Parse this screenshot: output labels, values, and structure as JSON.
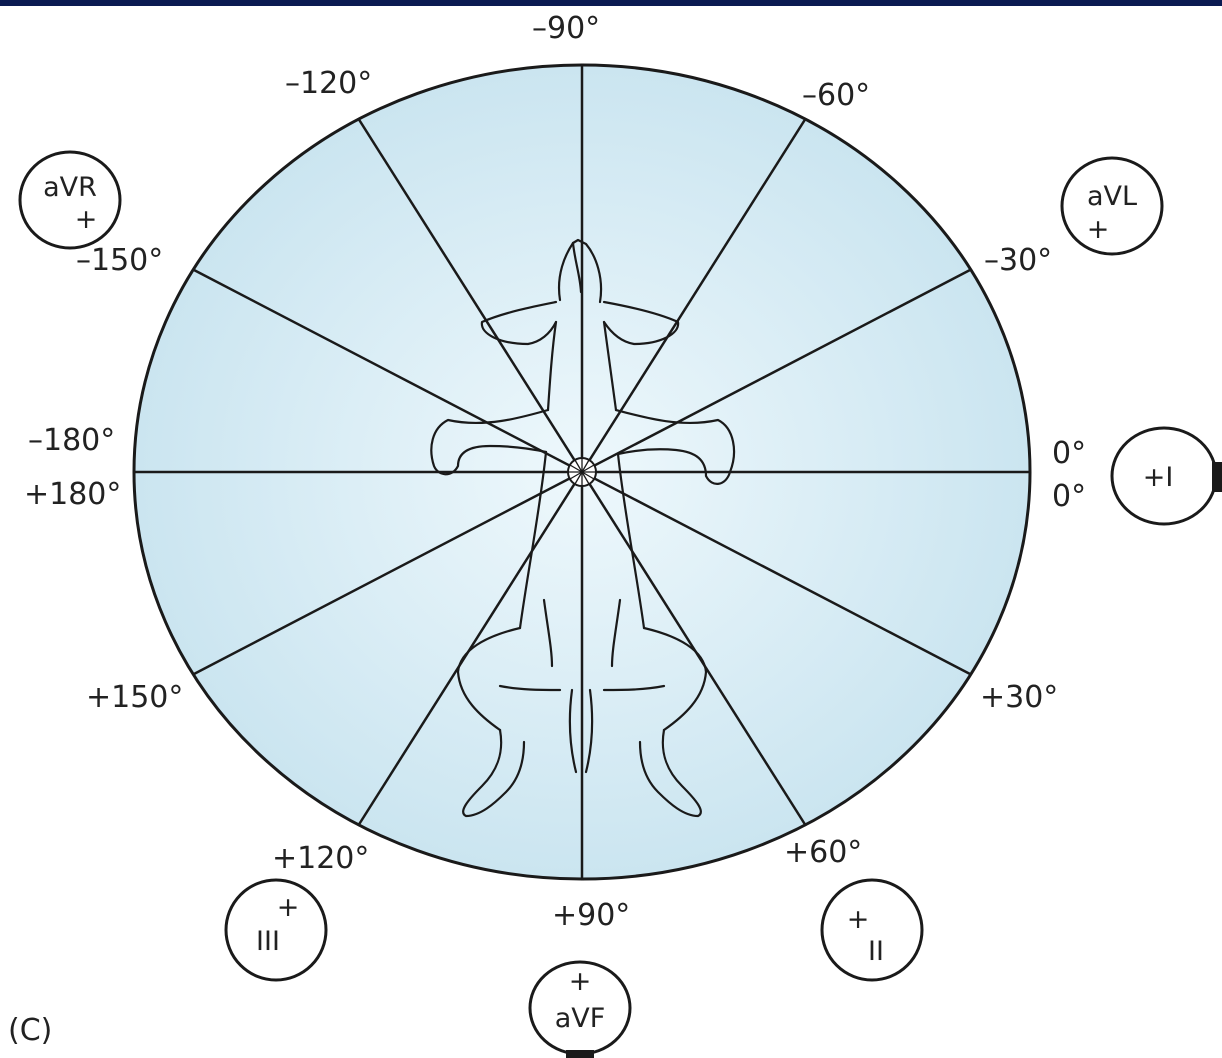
{
  "panel_label": "(C)",
  "colors": {
    "top_bar": "#0b1a52",
    "circle_fill_inner": "#eef8fc",
    "circle_fill_outer": "#c7e3ef",
    "line": "#1a1a1a"
  },
  "angle_labels": {
    "minus90": "–90°",
    "minus120": "–120°",
    "minus60": "–60°",
    "minus150": "–150°",
    "minus30": "–30°",
    "minus180": "–180°",
    "plus180": "+180°",
    "zero_top": "0°",
    "zero_bottom": "0°",
    "plus150": "+150°",
    "plus30": "+30°",
    "plus120": "+120°",
    "plus60": "+60°",
    "plus90": "+90°"
  },
  "leads": {
    "avr": {
      "name": "aVR",
      "sign": "+"
    },
    "avl": {
      "name": "aVL",
      "sign": "+"
    },
    "lead_i": {
      "text": "+I"
    },
    "lead_iii": {
      "name": "III",
      "sign": "+"
    },
    "lead_ii": {
      "name": "II",
      "sign": "+"
    },
    "avf": {
      "name": "aVF",
      "sign": "+"
    }
  }
}
